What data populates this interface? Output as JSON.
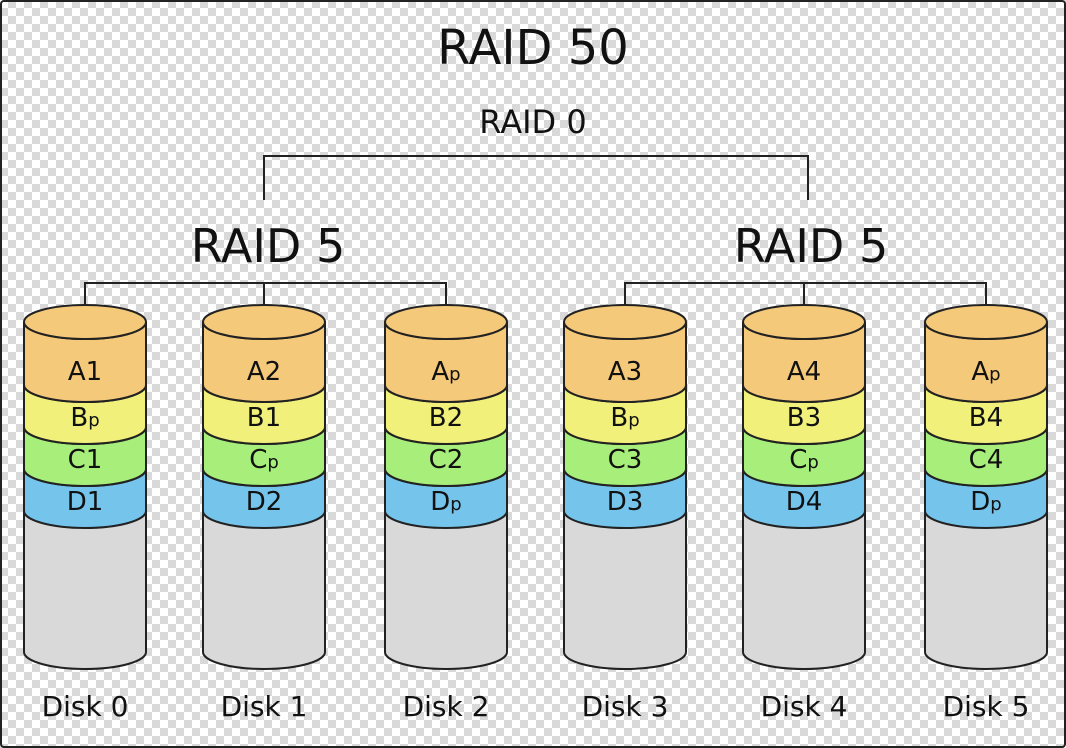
{
  "title": "RAID 50",
  "top_level_label": "RAID 0",
  "groups": [
    {
      "label": "RAID 5",
      "disks": [
        0,
        1,
        2
      ]
    },
    {
      "label": "RAID 5",
      "disks": [
        3,
        4,
        5
      ]
    }
  ],
  "stripe_colors": {
    "A": "#f5c97a",
    "B": "#f0f07a",
    "C": "#a7ee7a",
    "D": "#74c4ec",
    "empty": "#d9d9d9"
  },
  "disks": [
    {
      "label": "Disk 0",
      "blocks": [
        [
          "A",
          "1"
        ],
        [
          "B",
          "p"
        ],
        [
          "C",
          "1"
        ],
        [
          "D",
          "1"
        ]
      ]
    },
    {
      "label": "Disk 1",
      "blocks": [
        [
          "A",
          "2"
        ],
        [
          "B",
          "1"
        ],
        [
          "C",
          "p"
        ],
        [
          "D",
          "2"
        ]
      ]
    },
    {
      "label": "Disk 2",
      "blocks": [
        [
          "A",
          "p"
        ],
        [
          "B",
          "2"
        ],
        [
          "C",
          "2"
        ],
        [
          "D",
          "p"
        ]
      ]
    },
    {
      "label": "Disk 3",
      "blocks": [
        [
          "A",
          "3"
        ],
        [
          "B",
          "p"
        ],
        [
          "C",
          "3"
        ],
        [
          "D",
          "3"
        ]
      ]
    },
    {
      "label": "Disk 4",
      "blocks": [
        [
          "A",
          "4"
        ],
        [
          "B",
          "3"
        ],
        [
          "C",
          "p"
        ],
        [
          "D",
          "4"
        ]
      ]
    },
    {
      "label": "Disk 5",
      "blocks": [
        [
          "A",
          "p"
        ],
        [
          "B",
          "4"
        ],
        [
          "C",
          "4"
        ],
        [
          "D",
          "p"
        ]
      ]
    }
  ]
}
